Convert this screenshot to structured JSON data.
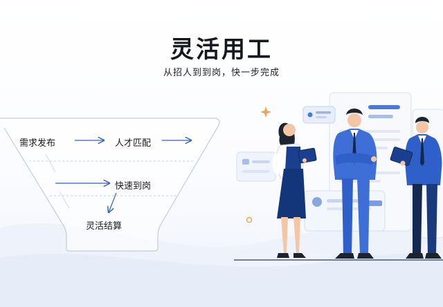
{
  "title": "灵活用工",
  "subtitle": "从招人到到岗，快一步完成",
  "funnel": {
    "steps": [
      {
        "label": "需求发布"
      },
      {
        "label": "人才匹配"
      },
      {
        "label": "快速到岗"
      },
      {
        "label": "灵活结算"
      }
    ]
  },
  "colors": {
    "accent": "#2f5fc8",
    "dark_blue": "#13294f",
    "light_blue": "#e8eefb",
    "text": "#15181f"
  },
  "icons": [
    "sparkle-icon",
    "circle-icon",
    "avatar-icon",
    "tablet-icon"
  ]
}
